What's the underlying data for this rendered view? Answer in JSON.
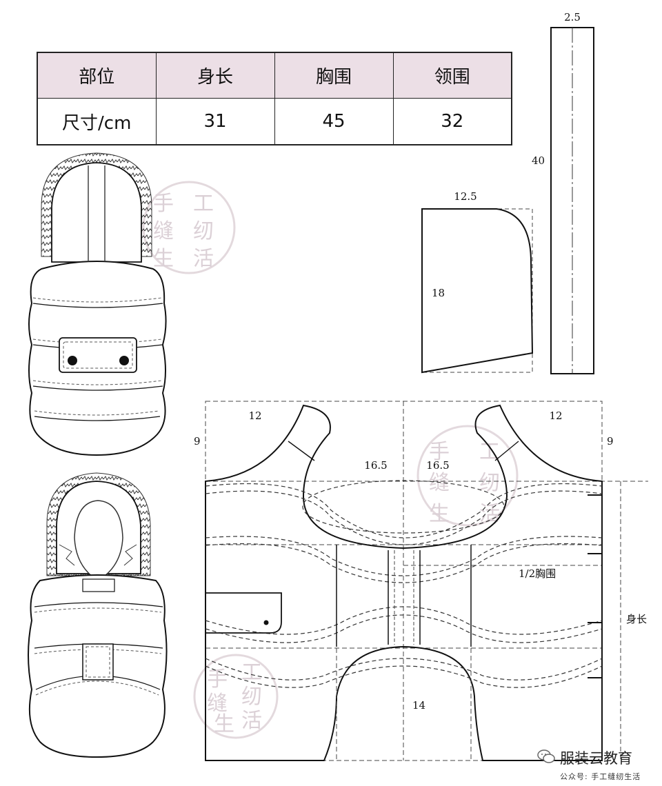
{
  "size_table": {
    "headers": [
      "部位",
      "身长",
      "胸围",
      "领围"
    ],
    "row_label": "尺寸/cm",
    "values": [
      "31",
      "45",
      "32"
    ]
  },
  "collar_strip": {
    "width": "2.5",
    "length": "40"
  },
  "hood_piece": {
    "width": "12.5",
    "height": "18"
  },
  "body_piece": {
    "left_shoulder": "12",
    "right_shoulder": "12",
    "left_drop": "9",
    "right_drop": "9",
    "left_neck": "16.5",
    "right_neck": "16.5",
    "half_chest": "1/2胸围",
    "body_length": "身长",
    "belly": "14"
  },
  "watermark": {
    "chars": [
      "手",
      "工",
      "缝",
      "纫",
      "生",
      "活"
    ]
  },
  "brand": {
    "name": "服装云教育",
    "sub": "公众号: 手工缝纫生活"
  }
}
